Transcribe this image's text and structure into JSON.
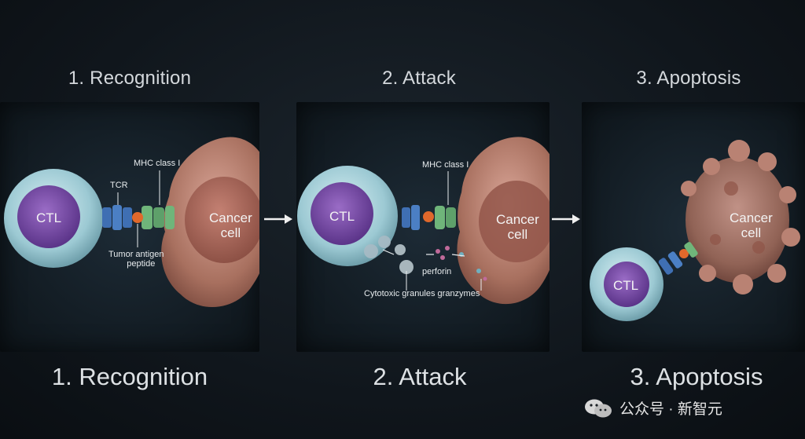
{
  "stages": [
    {
      "top_title": "1. Recognition",
      "bottom_title": "1. Recognition"
    },
    {
      "top_title": "2. Attack",
      "bottom_title": "2. Attack"
    },
    {
      "top_title": "3. Apoptosis",
      "bottom_title": "3. Apoptosis"
    }
  ],
  "panel1": {
    "ctl": "CTL",
    "tcr": "TCR",
    "mhc": "MHC class I",
    "cancer_line1": "Cancer",
    "cancer_line2": "cell",
    "antigen_line1": "Tumor antigen",
    "antigen_line2": "peptide"
  },
  "panel2": {
    "ctl": "CTL",
    "mhc": "MHC class I",
    "cancer_line1": "Cancer",
    "cancer_line2": "cell",
    "perforin": "perforin",
    "granules": "Cytotoxic granules granzymes"
  },
  "panel3": {
    "ctl": "CTL",
    "cancer_line1": "Cancer",
    "cancer_line2": "cell"
  },
  "watermark": {
    "text": "公众号 · 新智元",
    "icon": "wechat-icon"
  },
  "colors": {
    "ctl_membrane": "#a9d3dc",
    "ctl_nucleus": "#7a4fa8",
    "cancer_cell": "#b97f73",
    "tcr": "#3f6fb3",
    "mhc": "#6fb57a",
    "antigen": "#e0682b"
  }
}
